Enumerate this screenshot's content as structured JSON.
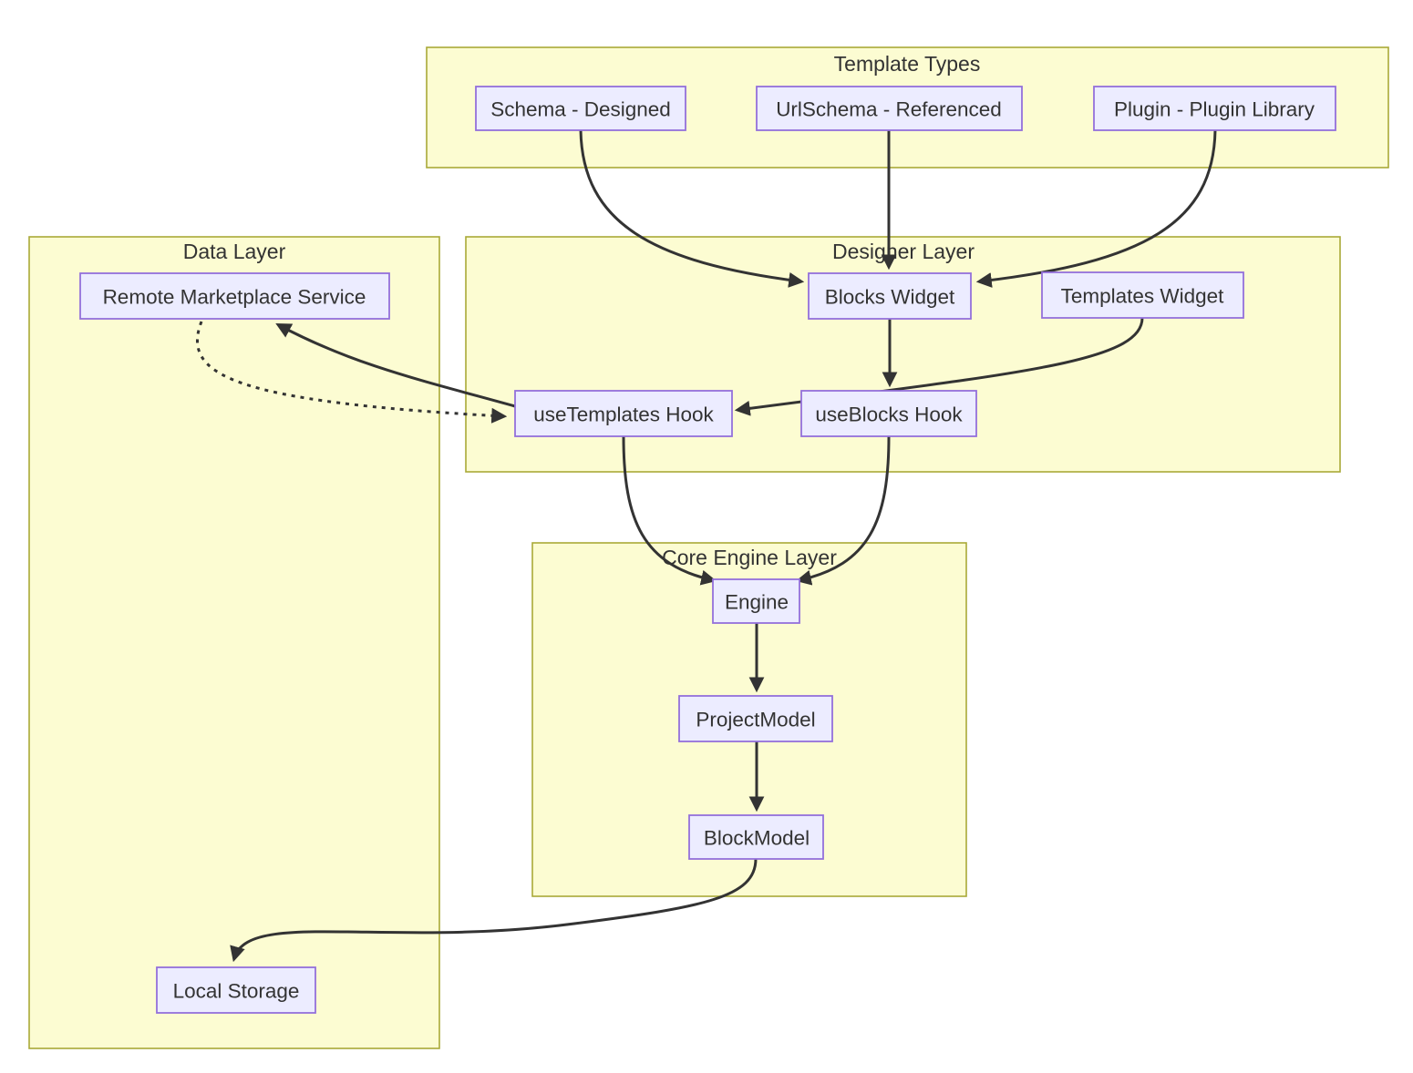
{
  "diagram": {
    "type": "flowchart",
    "clusters": {
      "template_types": {
        "label": "Template Types"
      },
      "data_layer": {
        "label": "Data Layer"
      },
      "designer_layer": {
        "label": "Designer Layer"
      },
      "core_engine_layer": {
        "label": "Core Engine Layer"
      }
    },
    "nodes": {
      "schema": {
        "label": "Schema - Designed",
        "cluster": "Template Types"
      },
      "urlschema": {
        "label": "UrlSchema - Referenced",
        "cluster": "Template Types"
      },
      "plugin": {
        "label": "Plugin - Plugin Library",
        "cluster": "Template Types"
      },
      "remote_marketplace": {
        "label": "Remote Marketplace Service",
        "cluster": "Data Layer"
      },
      "local_storage": {
        "label": "Local Storage",
        "cluster": "Data Layer"
      },
      "blocks_widget": {
        "label": "Blocks Widget",
        "cluster": "Designer Layer"
      },
      "templates_widget": {
        "label": "Templates Widget",
        "cluster": "Designer Layer"
      },
      "use_templates_hook": {
        "label": "useTemplates Hook",
        "cluster": "Designer Layer"
      },
      "use_blocks_hook": {
        "label": "useBlocks Hook",
        "cluster": "Designer Layer"
      },
      "engine": {
        "label": "Engine",
        "cluster": "Core Engine Layer"
      },
      "project_model": {
        "label": "ProjectModel",
        "cluster": "Core Engine Layer"
      },
      "block_model": {
        "label": "BlockModel",
        "cluster": "Core Engine Layer"
      }
    },
    "edges": [
      {
        "from": "Schema - Designed",
        "to": "Blocks Widget",
        "style": "solid"
      },
      {
        "from": "UrlSchema - Referenced",
        "to": "Blocks Widget",
        "style": "solid"
      },
      {
        "from": "Plugin - Plugin Library",
        "to": "Blocks Widget",
        "style": "solid"
      },
      {
        "from": "Blocks Widget",
        "to": "useBlocks Hook",
        "style": "solid"
      },
      {
        "from": "Templates Widget",
        "to": "useTemplates Hook",
        "style": "solid"
      },
      {
        "from": "useTemplates Hook",
        "to": "Remote Marketplace Service",
        "style": "solid"
      },
      {
        "from": "Remote Marketplace Service",
        "to": "useTemplates Hook",
        "style": "dotted"
      },
      {
        "from": "useTemplates Hook",
        "to": "Engine",
        "style": "solid"
      },
      {
        "from": "useBlocks Hook",
        "to": "Engine",
        "style": "solid"
      },
      {
        "from": "Engine",
        "to": "ProjectModel",
        "style": "solid"
      },
      {
        "from": "ProjectModel",
        "to": "BlockModel",
        "style": "solid"
      },
      {
        "from": "BlockModel",
        "to": "Local Storage",
        "style": "solid"
      }
    ],
    "colors": {
      "cluster_fill": "#FCFCD2",
      "cluster_border": "#A9A938",
      "node_fill": "#ECECFF",
      "node_border": "#9370DB",
      "edge_color": "#333333",
      "text_color": "#333333"
    }
  }
}
